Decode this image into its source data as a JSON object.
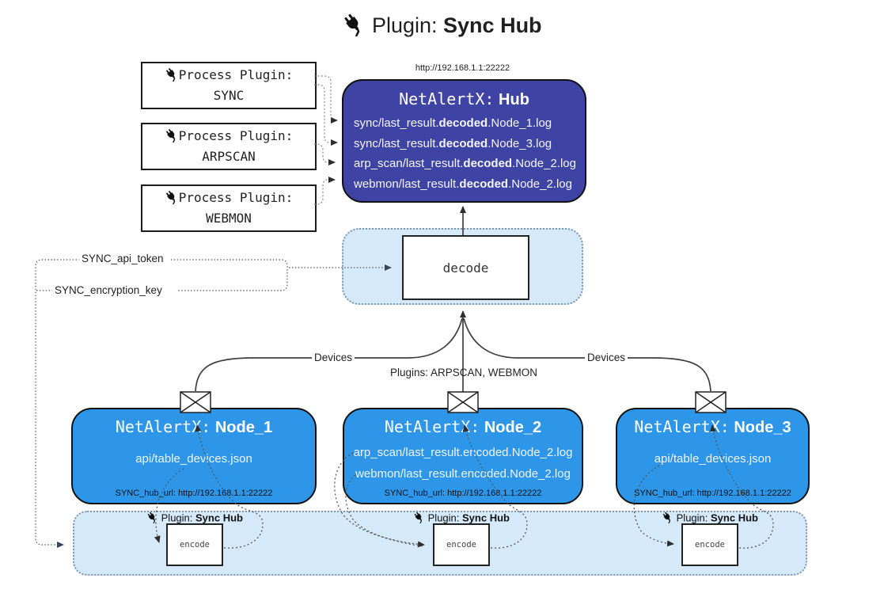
{
  "title": {
    "icon": "plug-icon",
    "label": "Plugin:",
    "name": "Sync Hub"
  },
  "process_plugins": [
    {
      "label": "Process Plugin:",
      "name": "SYNC"
    },
    {
      "label": "Process Plugin:",
      "name": "ARPSCAN"
    },
    {
      "label": "Process Plugin:",
      "name": "WEBMON"
    }
  ],
  "hub": {
    "url": "http://192.168.1.1:22222",
    "title": {
      "prefix": "NetAlertX:",
      "name": "Hub"
    },
    "logs": [
      {
        "pre": "sync/last_result.",
        "bold": "decoded",
        "post": ".Node_1.log"
      },
      {
        "pre": "sync/last_result.",
        "bold": "decoded",
        "post": ".Node_3.log"
      },
      {
        "pre": "arp_scan/last_result.",
        "bold": "decoded",
        "post": ".Node_2.log"
      },
      {
        "pre": "webmon/last_result.",
        "bold": "decoded",
        "post": ".Node_2.log"
      }
    ]
  },
  "decode": {
    "label": "decode"
  },
  "secrets": {
    "api_token": "SYNC_api_token",
    "encryption_key": "SYNC_encryption_key"
  },
  "flows": {
    "devices_left": "Devices",
    "plugins_center": "Plugins: ARPSCAN, WEBMON",
    "devices_right": "Devices"
  },
  "nodes": [
    {
      "title": {
        "prefix": "NetAlertX:",
        "name": "Node_1"
      },
      "lines": [
        "api/table_devices.json"
      ],
      "hub_url": "SYNC_hub_url: http://192.168.1.1:22222"
    },
    {
      "title": {
        "prefix": "NetAlertX:",
        "name": "Node_2"
      },
      "lines": [
        "arp_scan/last_result.encoded.Node_2.log",
        "webmon/last_result.encoded.Node_2.log"
      ],
      "hub_url": "SYNC_hub_url: http://192.168.1.1:22222"
    },
    {
      "title": {
        "prefix": "NetAlertX:",
        "name": "Node_3"
      },
      "lines": [
        "api/table_devices.json"
      ],
      "hub_url": "SYNC_hub_url: http://192.168.1.1:22222"
    }
  ],
  "encoders": [
    {
      "label": "Plugin:",
      "name": "Sync Hub",
      "box": "encode"
    },
    {
      "label": "Plugin:",
      "name": "Sync Hub",
      "box": "encode"
    },
    {
      "label": "Plugin:",
      "name": "Sync Hub",
      "box": "encode"
    }
  ],
  "icons": {
    "plug": "plug-icon",
    "envelope": "envelope-icon"
  },
  "colors": {
    "node_blue": "#2E96E8",
    "hub_indigo": "#3E43A4",
    "region_blue": "#D6E9F9"
  }
}
